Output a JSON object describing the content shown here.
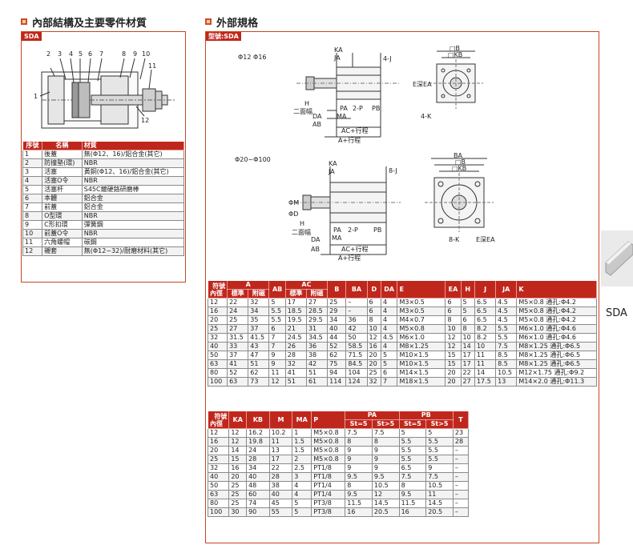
{
  "left_section": {
    "title": "內部結構及主要零件材質",
    "model_tag": "SDA",
    "part_numbers": [
      "2",
      "3",
      "4",
      "5",
      "6",
      "7",
      "8",
      "9",
      "10",
      "11",
      "1",
      "12"
    ],
    "table": {
      "headers": [
        "序號",
        "名稱",
        "材質"
      ],
      "rows": [
        [
          "1",
          "後蓋",
          "無(Φ12、16)/鋁合金(其它)"
        ],
        [
          "2",
          "防撞墊(環)",
          "NBR"
        ],
        [
          "3",
          "活塞",
          "黃銅(Φ12、16)/鋁合金(其它)"
        ],
        [
          "4",
          "活塞O令",
          "NBR"
        ],
        [
          "5",
          "活塞杆",
          "S45C鍍硬鉻研磨棒"
        ],
        [
          "6",
          "本體",
          "鋁合金"
        ],
        [
          "7",
          "前蓋",
          "鋁合金"
        ],
        [
          "8",
          "O型環",
          "NBR"
        ],
        [
          "9",
          "C形扣環",
          "彈簧鋼"
        ],
        [
          "10",
          "前蓋O令",
          "NBR"
        ],
        [
          "11",
          "六角螺帽",
          "碳鋼"
        ],
        [
          "12",
          "襯套",
          "無(Φ12~32)/耐磨材料(其它)"
        ]
      ]
    }
  },
  "right_section": {
    "title": "外部規格",
    "model_tag": "型號:SDA",
    "drawing_labels": {
      "top_size": "Φ12 Φ16",
      "bottom_size": "Φ20~Φ100",
      "ka": "KA",
      "ja": "JA",
      "kb": "□KB",
      "b": "□B",
      "ba": "BA",
      "h": "H",
      "face": "二面幅",
      "da": "DA",
      "ma": "MA",
      "ab": "AB",
      "ac": "AC+行程",
      "a": "A+行程",
      "pa": "PA",
      "p": "2-P",
      "pb": "PB",
      "e_deep": "E深EA",
      "k4": "4-K",
      "k8": "8-K",
      "j4": "4-J",
      "j8": "8-J",
      "m": "ΦM",
      "d": "ΦD"
    },
    "table1": {
      "corner_top": "符號",
      "corner_bottom": "內徑",
      "group_headers": [
        "A",
        "AC"
      ],
      "sub_headers": [
        "標準",
        "附磁",
        "標準",
        "附磁"
      ],
      "single_headers": [
        "AB",
        "B",
        "BA",
        "D",
        "DA",
        "E",
        "EA",
        "H",
        "J",
        "JA",
        "K"
      ],
      "rows": [
        [
          "12",
          "22",
          "32",
          "5",
          "17",
          "27",
          "25",
          "–",
          "6",
          "4",
          "M3×0.5",
          "6",
          "5",
          "6.5",
          "4.5",
          "M5×0.8 通孔:Φ4.2"
        ],
        [
          "16",
          "24",
          "34",
          "5.5",
          "18.5",
          "28.5",
          "29",
          "–",
          "6",
          "4",
          "M3×0.5",
          "6",
          "5",
          "6.5",
          "4.5",
          "M5×0.8 通孔:Φ4.2"
        ],
        [
          "20",
          "25",
          "35",
          "5.5",
          "19.5",
          "29.5",
          "34",
          "36",
          "8",
          "4",
          "M4×0.7",
          "8",
          "6",
          "6.5",
          "4.5",
          "M5×0.8 通孔:Φ4.2"
        ],
        [
          "25",
          "27",
          "37",
          "6",
          "21",
          "31",
          "40",
          "42",
          "10",
          "4",
          "M5×0.8",
          "10",
          "8",
          "8.2",
          "5.5",
          "M6×1.0 通孔:Φ4.6"
        ],
        [
          "32",
          "31.5",
          "41.5",
          "7",
          "24.5",
          "34.5",
          "44",
          "50",
          "12",
          "4.5",
          "M6×1.0",
          "12",
          "10",
          "8.2",
          "5.5",
          "M6×1.0 通孔:Φ4.6"
        ],
        [
          "40",
          "33",
          "43",
          "7",
          "26",
          "36",
          "52",
          "58.5",
          "16",
          "4",
          "M8×1.25",
          "12",
          "14",
          "10",
          "7.5",
          "M8×1.25 通孔:Φ6.5"
        ],
        [
          "50",
          "37",
          "47",
          "9",
          "28",
          "38",
          "62",
          "71.5",
          "20",
          "5",
          "M10×1.5",
          "15",
          "17",
          "11",
          "8.5",
          "M8×1.25 通孔:Φ6.5"
        ],
        [
          "63",
          "41",
          "51",
          "9",
          "32",
          "42",
          "75",
          "84.5",
          "20",
          "5",
          "M10×1.5",
          "15",
          "17",
          "11",
          "8.5",
          "M8×1.25 通孔:Φ6.5"
        ],
        [
          "80",
          "52",
          "62",
          "11",
          "41",
          "51",
          "94",
          "104",
          "25",
          "6",
          "M14×1.5",
          "20",
          "22",
          "14",
          "10.5",
          "M12×1.75 通孔:Φ9.2"
        ],
        [
          "100",
          "63",
          "73",
          "12",
          "51",
          "61",
          "114",
          "124",
          "32",
          "7",
          "M18×1.5",
          "20",
          "27",
          "17.5",
          "13",
          "M14×2.0 通孔:Φ11.3"
        ]
      ]
    },
    "table2": {
      "corner_top": "符號",
      "corner_bottom": "內徑",
      "single_headers": [
        "KA",
        "KB",
        "M",
        "MA",
        "P",
        "T"
      ],
      "group_headers": [
        "PA",
        "PB"
      ],
      "sub_headers": [
        "St=5",
        "St>5",
        "St=5",
        "St>5"
      ],
      "rows": [
        [
          "12",
          "12",
          "16.2",
          "10.2",
          "1",
          "M5×0.8",
          "7.5",
          "7.5",
          "5",
          "5",
          "23"
        ],
        [
          "16",
          "12",
          "19.8",
          "11",
          "1.5",
          "M5×0.8",
          "8",
          "8",
          "5.5",
          "5.5",
          "28"
        ],
        [
          "20",
          "14",
          "24",
          "13",
          "1.5",
          "M5×0.8",
          "9",
          "9",
          "5.5",
          "5.5",
          "–"
        ],
        [
          "25",
          "15",
          "28",
          "17",
          "2",
          "M5×0.8",
          "9",
          "9",
          "5.5",
          "5.5",
          "–"
        ],
        [
          "32",
          "16",
          "34",
          "22",
          "2.5",
          "PT1/8",
          "9",
          "9",
          "6.5",
          "9",
          "–"
        ],
        [
          "40",
          "20",
          "40",
          "28",
          "3",
          "PT1/8",
          "9.5",
          "9.5",
          "7.5",
          "7.5",
          "–"
        ],
        [
          "50",
          "25",
          "48",
          "38",
          "4",
          "PT1/4",
          "8",
          "10.5",
          "8",
          "10.5",
          "–"
        ],
        [
          "63",
          "25",
          "60",
          "40",
          "4",
          "PT1/4",
          "9.5",
          "12",
          "9.5",
          "11",
          "–"
        ],
        [
          "80",
          "25",
          "74",
          "45",
          "5",
          "PT3/8",
          "11.5",
          "14.5",
          "11.5",
          "14.5",
          "–"
        ],
        [
          "100",
          "30",
          "90",
          "55",
          "5",
          "PT3/8",
          "16",
          "20.5",
          "16",
          "20.5",
          "–"
        ]
      ]
    }
  },
  "side_label": "SDA",
  "colors": {
    "accent": "#c0271c",
    "border": "#c7471f"
  }
}
